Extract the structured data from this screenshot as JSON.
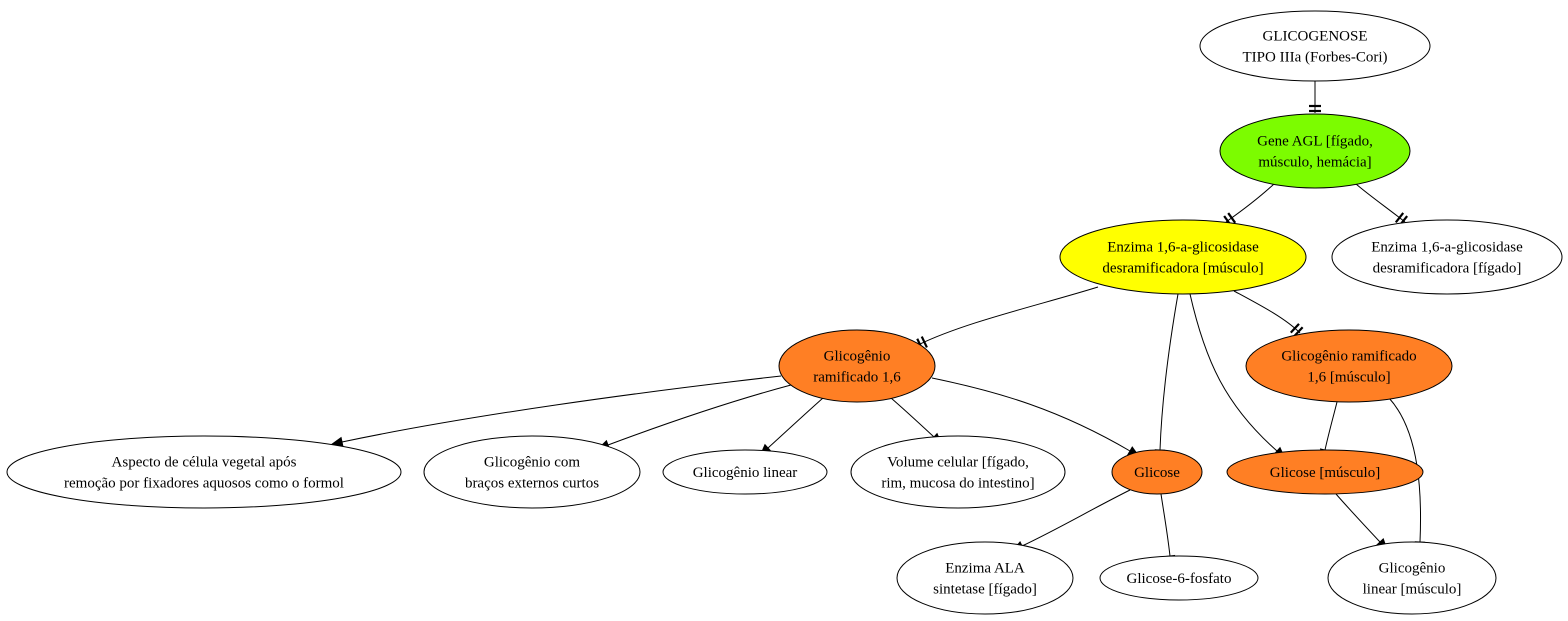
{
  "colors": {
    "white": "#ffffff",
    "green": "#7cfc00",
    "yellow": "#ffff00",
    "orange": "#ff7f24"
  },
  "nodes": [
    {
      "id": "glicogenose",
      "lines": [
        "GLICOGENOSE",
        "TIPO IIIa (Forbes-Cori)"
      ],
      "fill": "white"
    },
    {
      "id": "gene-agl",
      "lines": [
        "Gene AGL [fígado,",
        "músculo, hemácia]"
      ],
      "fill": "green"
    },
    {
      "id": "enzima-musculo",
      "lines": [
        "Enzima 1,6-a-glicosidase",
        "desramificadora [músculo]"
      ],
      "fill": "yellow"
    },
    {
      "id": "enzima-figado",
      "lines": [
        "Enzima 1,6-a-glicosidase",
        "desramificadora [fígado]"
      ],
      "fill": "white"
    },
    {
      "id": "glicogenio-ramificado",
      "lines": [
        "Glicogênio",
        "ramificado 1,6"
      ],
      "fill": "orange"
    },
    {
      "id": "glicogenio-ramificado-musculo",
      "lines": [
        "Glicogênio ramificado",
        "1,6 [músculo]"
      ],
      "fill": "orange"
    },
    {
      "id": "aspecto-celula",
      "lines": [
        "Aspecto de célula vegetal após",
        "remoção por fixadores aquosos como o formol"
      ],
      "fill": "white"
    },
    {
      "id": "glicogenio-bracos",
      "lines": [
        "Glicogênio com",
        "braços externos curtos"
      ],
      "fill": "white"
    },
    {
      "id": "glicogenio-linear",
      "lines": [
        "Glicogênio linear"
      ],
      "fill": "white"
    },
    {
      "id": "volume-celular",
      "lines": [
        "Volume celular [fígado,",
        "rim, mucosa do intestino]"
      ],
      "fill": "white"
    },
    {
      "id": "glicose",
      "lines": [
        "Glicose"
      ],
      "fill": "orange"
    },
    {
      "id": "glicose-musculo",
      "lines": [
        "Glicose [músculo]"
      ],
      "fill": "orange"
    },
    {
      "id": "enzima-ala",
      "lines": [
        "Enzima ALA",
        "sintetase [fígado]"
      ],
      "fill": "white"
    },
    {
      "id": "glicose-6-fosfato",
      "lines": [
        "Glicose-6-fosfato"
      ],
      "fill": "white"
    },
    {
      "id": "glicogenio-linear-musculo",
      "lines": [
        "Glicogênio",
        "linear [músculo]"
      ],
      "fill": "white"
    }
  ],
  "edges": [
    {
      "from": "glicogenose",
      "to": "gene-agl",
      "style": "tee"
    },
    {
      "from": "gene-agl",
      "to": "enzima-musculo",
      "style": "tee"
    },
    {
      "from": "gene-agl",
      "to": "enzima-figado",
      "style": "tee"
    },
    {
      "from": "enzima-musculo",
      "to": "glicogenio-ramificado",
      "style": "tee"
    },
    {
      "from": "enzima-musculo",
      "to": "glicogenio-ramificado-musculo",
      "style": "tee"
    },
    {
      "from": "enzima-musculo",
      "to": "glicose",
      "style": "arrow"
    },
    {
      "from": "enzima-musculo",
      "to": "glicose-musculo",
      "style": "arrow"
    },
    {
      "from": "glicogenio-ramificado",
      "to": "aspecto-celula",
      "style": "arrow"
    },
    {
      "from": "glicogenio-ramificado",
      "to": "glicogenio-bracos",
      "style": "arrow"
    },
    {
      "from": "glicogenio-ramificado",
      "to": "glicogenio-linear",
      "style": "arrow"
    },
    {
      "from": "glicogenio-ramificado",
      "to": "volume-celular",
      "style": "arrow"
    },
    {
      "from": "glicogenio-ramificado",
      "to": "glicose",
      "style": "arrow"
    },
    {
      "from": "glicogenio-ramificado-musculo",
      "to": "glicose-musculo",
      "style": "arrow"
    },
    {
      "from": "glicogenio-ramificado-musculo",
      "to": "glicogenio-linear-musculo",
      "style": "arrow"
    },
    {
      "from": "glicose-musculo",
      "to": "glicogenio-linear-musculo",
      "style": "arrow"
    },
    {
      "from": "glicose",
      "to": "enzima-ala",
      "style": "arrow"
    },
    {
      "from": "glicose",
      "to": "glicose-6-fosfato",
      "style": "arrow"
    }
  ]
}
